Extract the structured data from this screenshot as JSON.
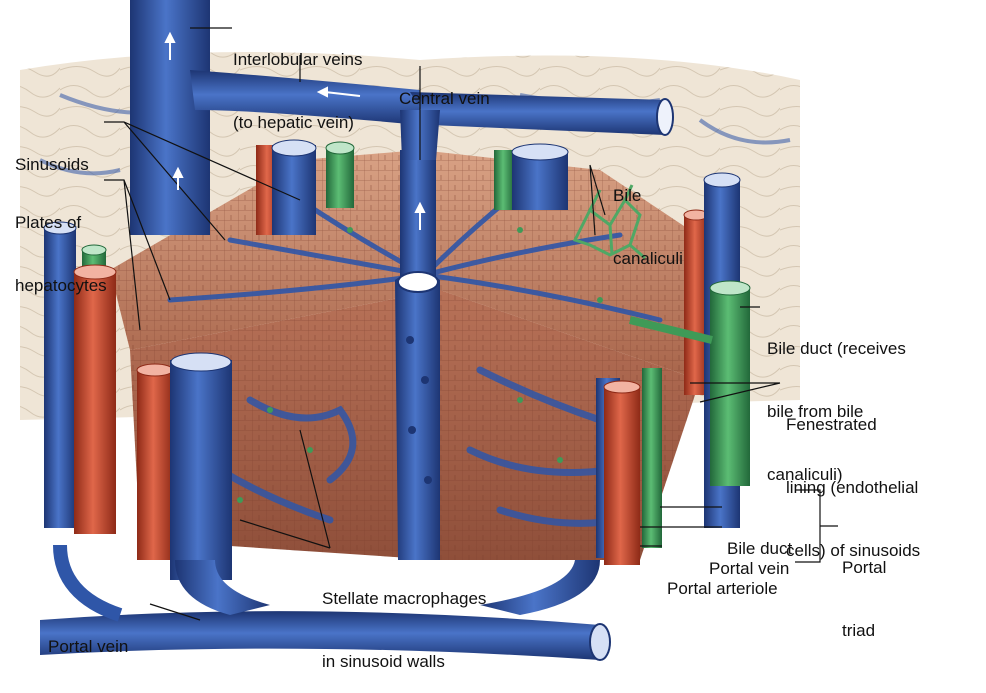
{
  "labels": {
    "interlobular_veins": [
      "Interlobular veins",
      "(to hepatic vein)"
    ],
    "central_vein": [
      "Central vein"
    ],
    "sinusoids": [
      "Sinusoids"
    ],
    "plates": [
      "Plates of",
      "hepatocytes"
    ],
    "bile_canaliculi": [
      "Bile",
      "canaliculi"
    ],
    "bile_duct_long": [
      "Bile duct (receives",
      "bile from bile",
      "canaliculi)"
    ],
    "fenestrated": [
      "Fenestrated",
      "lining (endothelial",
      "cells) of sinusoids"
    ],
    "bile_duct": [
      "Bile duct"
    ],
    "portal_vein_triad": [
      "Portal vein"
    ],
    "portal_arteriole": [
      "Portal arteriole"
    ],
    "portal_triad": [
      "Portal",
      "triad"
    ],
    "stellate": [
      "Stellate macrophages",
      "in sinusoid walls"
    ],
    "portal_vein": [
      "Portal vein"
    ]
  },
  "colors": {
    "vein": "#2f56a8",
    "vein_dark": "#1d3573",
    "artery": "#c8462b",
    "bile": "#3f9a57",
    "tissue": "#c98a6a",
    "tissue_dark": "#8f4f3a",
    "background_tissue": "#efe5d6"
  }
}
